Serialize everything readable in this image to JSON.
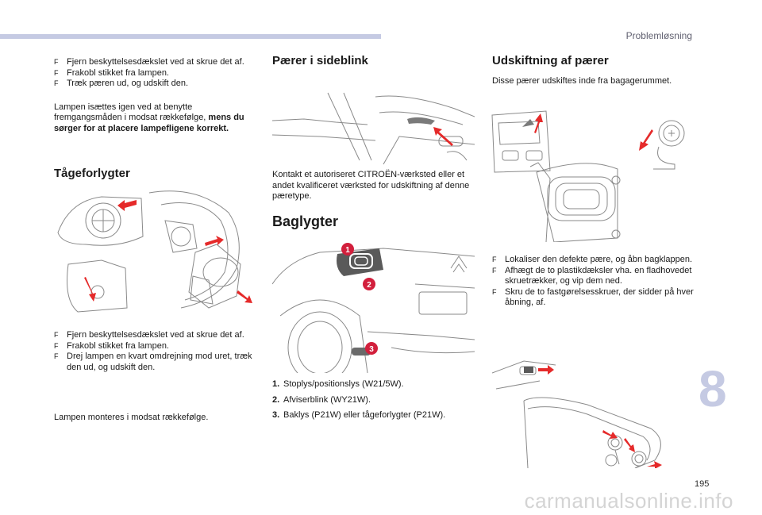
{
  "header": {
    "section": "Problemløsning"
  },
  "left": {
    "bullets_top": [
      "Fjern beskyttelsesdækslet ved at skrue det af.",
      "Frakobl stikket fra lampen.",
      "Træk pæren ud, og udskift den."
    ],
    "para_plain": "Lampen isættes igen ved at benytte fremgangsmåden i modsat rækkefølge, ",
    "para_bold": "mens du sørger for at placere lampefligene korrekt.",
    "fog_heading": "Tågeforlygter",
    "bullets_fog": [
      "Fjern beskyttelsesdækslet ved at skrue det af.",
      "Frakobl stikket fra lampen.",
      "Drej lampen en kvart omdrejning mod uret, træk den ud, og udskift den."
    ],
    "fog_note": "Lampen monteres i modsat rækkefølge."
  },
  "middle": {
    "side_heading": "Pærer i sideblink",
    "side_text": "Kontakt et autoriseret CITROËN-værksted eller et andet kvalificeret værksted for udskiftning af denne pæretype.",
    "rear_heading": "Baglygter",
    "callouts": [
      "1",
      "2",
      "3"
    ],
    "items": [
      {
        "num": "1.",
        "text": "Stoplys/positionslys (W21/5W)."
      },
      {
        "num": "2.",
        "text": "Afviserblink (WY21W)."
      },
      {
        "num": "3.",
        "text": "Baklys (P21W) eller tågeforlygter (P21W)."
      }
    ]
  },
  "right": {
    "heading": "Udskiftning af pærer",
    "intro": "Disse pærer udskiftes inde fra bagagerummet.",
    "bullets": [
      "Lokaliser den defekte pære, og åbn bagklappen.",
      "Afhægt de to plastikdæksler vha. en fladhovedet skruetrækker, og vip dem ned.",
      "Skru de to fastgørelsesskruer, der sidder på hver åbning, af."
    ]
  },
  "footer": {
    "chapter": "8",
    "page": "195",
    "watermark": "carmanualsonline.info"
  },
  "colors": {
    "accent": "#c5cae3",
    "arrow": "#e52a2a",
    "callout": "#d21f3c"
  },
  "bullet_glyph": "F"
}
